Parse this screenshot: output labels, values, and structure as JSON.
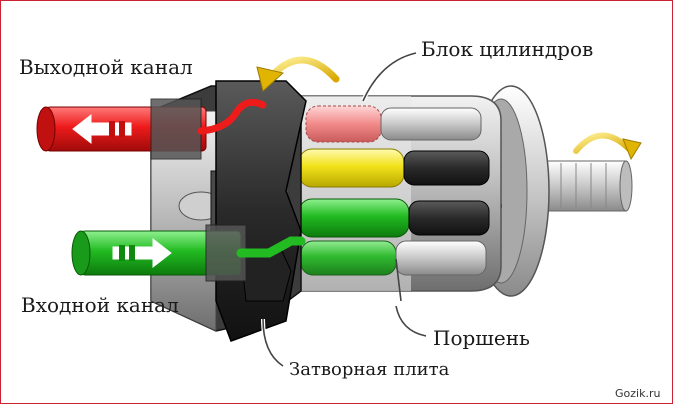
{
  "labels": {
    "outlet": "Выходной канал",
    "cylinder_block": "Блок цилиндров",
    "inlet": "Входной канал",
    "piston": "Поршень",
    "valve_plate": "Затворная плита"
  },
  "watermark": "Gozik.ru",
  "colors": {
    "outlet_flow": "#ee1b1b",
    "inlet_flow": "#22bb22",
    "oil_high": "#f2e21a",
    "arrow_accent": "#f2c200",
    "frame": "#cc2233"
  }
}
